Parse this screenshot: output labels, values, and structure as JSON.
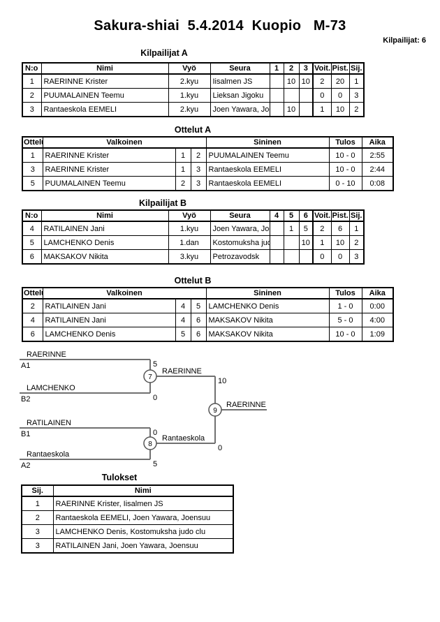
{
  "page": {
    "title": "Sakura-shiai  5.4.2014  Kuopio   M-73",
    "participants_label": "Kilpailijat: 6"
  },
  "sections": {
    "kilpailijat_a": {
      "heading": "Kilpailijat A",
      "table": {
        "headers": [
          "N:o",
          "Nimi",
          "Vyö",
          "Seura",
          "1",
          "2",
          "3",
          "Voit.",
          "Pist.",
          "Sij."
        ],
        "rows": [
          [
            "1",
            "RAERINNE Krister",
            "2.kyu",
            "Iisalmen JS",
            "",
            "10",
            "10",
            "2",
            "20",
            "1"
          ],
          [
            "2",
            "PUUMALAINEN Teemu",
            "1.kyu",
            "Lieksan Jigoku",
            "",
            "",
            "",
            "0",
            "0",
            "3"
          ],
          [
            "3",
            "Rantaeskola EEMELI",
            "2.kyu",
            "Joen Yawara, Joensuu",
            "",
            "10",
            "",
            "1",
            "10",
            "2"
          ]
        ]
      }
    },
    "ottelut_a": {
      "heading": "Ottelut A",
      "table": {
        "headers": [
          "Ottelu",
          "Valkoinen",
          "Sininen",
          "Tulos",
          "Aika"
        ],
        "rows": [
          [
            "1",
            "RAERINNE Krister",
            "1",
            "2",
            "PUUMALAINEN Teemu",
            "10 - 0",
            "2:55"
          ],
          [
            "3",
            "RAERINNE Krister",
            "1",
            "3",
            "Rantaeskola EEMELI",
            "10 - 0",
            "2:44"
          ],
          [
            "5",
            "PUUMALAINEN Teemu",
            "2",
            "3",
            "Rantaeskola EEMELI",
            "0 - 10",
            "0:08"
          ]
        ]
      }
    },
    "kilpailijat_b": {
      "heading": "Kilpailijat B",
      "table": {
        "headers": [
          "N:o",
          "Nimi",
          "Vyö",
          "Seura",
          "4",
          "5",
          "6",
          "Voit.",
          "Pist.",
          "Sij."
        ],
        "rows": [
          [
            "4",
            "RATILAINEN Jani",
            "1.kyu",
            "Joen Yawara, Joensuu",
            "",
            "1",
            "5",
            "2",
            "6",
            "1"
          ],
          [
            "5",
            "LAMCHENKO Denis",
            "1.dan",
            "Kostomuksha judo clu",
            "",
            "",
            "10",
            "1",
            "10",
            "2"
          ],
          [
            "6",
            "MAKSAKOV Nikita",
            "3.kyu",
            "Petrozavodsk",
            "",
            "",
            "",
            "0",
            "0",
            "3"
          ]
        ]
      }
    },
    "ottelut_b": {
      "heading": "Ottelut B",
      "table": {
        "headers": [
          "Ottelu",
          "Valkoinen",
          "Sininen",
          "Tulos",
          "Aika"
        ],
        "rows": [
          [
            "2",
            "RATILAINEN Jani",
            "4",
            "5",
            "LAMCHENKO Denis",
            "1 - 0",
            "0:00"
          ],
          [
            "4",
            "RATILAINEN Jani",
            "4",
            "6",
            "MAKSAKOV Nikita",
            "5 - 0",
            "4:00"
          ],
          [
            "6",
            "LAMCHENKO Denis",
            "5",
            "6",
            "MAKSAKOV Nikita",
            "10 - 0",
            "1:09"
          ]
        ]
      }
    },
    "tulokset": {
      "heading": "Tulokset",
      "table": {
        "headers": [
          "Sij.",
          "Nimi"
        ],
        "rows": [
          [
            "1",
            "RAERINNE Krister, Iisalmen JS"
          ],
          [
            "2",
            "Rantaeskola EEMELI, Joen Yawara, Joensuu"
          ],
          [
            "3",
            "LAMCHENKO Denis, Kostomuksha judo clu"
          ],
          [
            "3",
            "RATILAINEN Jani, Joen Yawara, Joensuu"
          ]
        ]
      }
    }
  },
  "bracket": {
    "entries": [
      {
        "name": "RAERINNE",
        "seed": "A1",
        "score": "5"
      },
      {
        "name": "LAMCHENKO",
        "seed": "B2",
        "score": "0"
      },
      {
        "name": "RATILAINEN",
        "seed": "B1",
        "score": "0"
      },
      {
        "name": "Rantaeskola",
        "seed": "A2",
        "score": "5"
      }
    ],
    "semifinals": [
      {
        "number": "7",
        "winner": "RAERINNE",
        "winner_score": "10"
      },
      {
        "number": "8",
        "winner": "Rantaeskola",
        "winner_score": "0"
      }
    ],
    "final": {
      "number": "9",
      "winner": "RAERINNE"
    }
  }
}
